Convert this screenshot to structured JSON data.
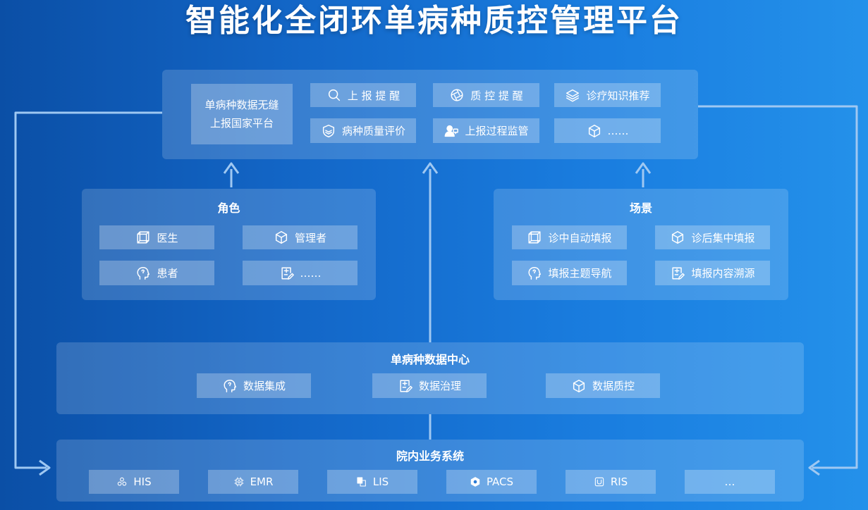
{
  "title": "智能化全闭环单病种质控管理平台",
  "platform": {
    "national_report": [
      "单病种数据无缝",
      "上报国家平台"
    ],
    "features": [
      {
        "label": "上 报 提 醒",
        "icon": "search-icon"
      },
      {
        "label": "质 控 提 醒",
        "icon": "aperture-icon"
      },
      {
        "label": "诊疗知识推荐",
        "icon": "layers-icon"
      },
      {
        "label": "病种质量评价",
        "icon": "shield-layers-icon"
      },
      {
        "label": "上报过程监管",
        "icon": "user-monitor-icon"
      },
      {
        "label": "……",
        "icon": "cube-icon"
      }
    ]
  },
  "roles": {
    "title": "角色",
    "items": [
      {
        "label": "医生",
        "icon": "frame-cube-icon"
      },
      {
        "label": "管理者",
        "icon": "cube-icon"
      },
      {
        "label": "患者",
        "icon": "head-icon"
      },
      {
        "label": "……",
        "icon": "document-edit-icon"
      }
    ]
  },
  "scenarios": {
    "title": "场景",
    "items": [
      {
        "label": "诊中自动填报",
        "icon": "frame-cube-icon"
      },
      {
        "label": "诊后集中填报",
        "icon": "cube-icon"
      },
      {
        "label": "填报主题导航",
        "icon": "head-icon"
      },
      {
        "label": "填报内容溯源",
        "icon": "document-edit-icon"
      }
    ]
  },
  "data_center": {
    "title": "单病种数据中心",
    "items": [
      {
        "label": "数据集成",
        "icon": "head-icon"
      },
      {
        "label": "数据治理",
        "icon": "document-edit-icon"
      },
      {
        "label": "数据质控",
        "icon": "cube-icon"
      }
    ]
  },
  "hospital_systems": {
    "title": "院内业务系统",
    "items": [
      {
        "label": "HIS",
        "icon": "nodes-icon"
      },
      {
        "label": "EMR",
        "icon": "chip-icon"
      },
      {
        "label": "LIS",
        "icon": "files-icon"
      },
      {
        "label": "PACS",
        "icon": "hexagon-icon"
      },
      {
        "label": "RIS",
        "icon": "monitor-icon"
      },
      {
        "label": "…",
        "icon": ""
      }
    ]
  }
}
